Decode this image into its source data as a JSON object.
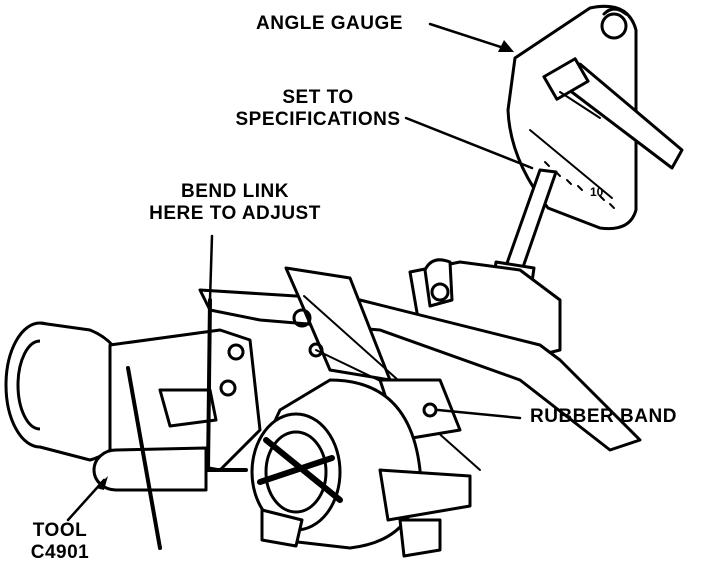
{
  "callouts": {
    "angle_gauge": "ANGLE GAUGE",
    "set_to_line1": "SET TO",
    "set_to_line2": "SPECIFICATIONS",
    "bend_link_line1": "BEND LINK",
    "bend_link_line2": "HERE TO ADJUST",
    "rubber_band": "RUBBER BAND",
    "tool_line1": "TOOL",
    "tool_line2": "C4901"
  },
  "gauge_scale": {
    "mark": "10"
  },
  "colors": {
    "ink": "#000000",
    "paper": "#ffffff"
  }
}
